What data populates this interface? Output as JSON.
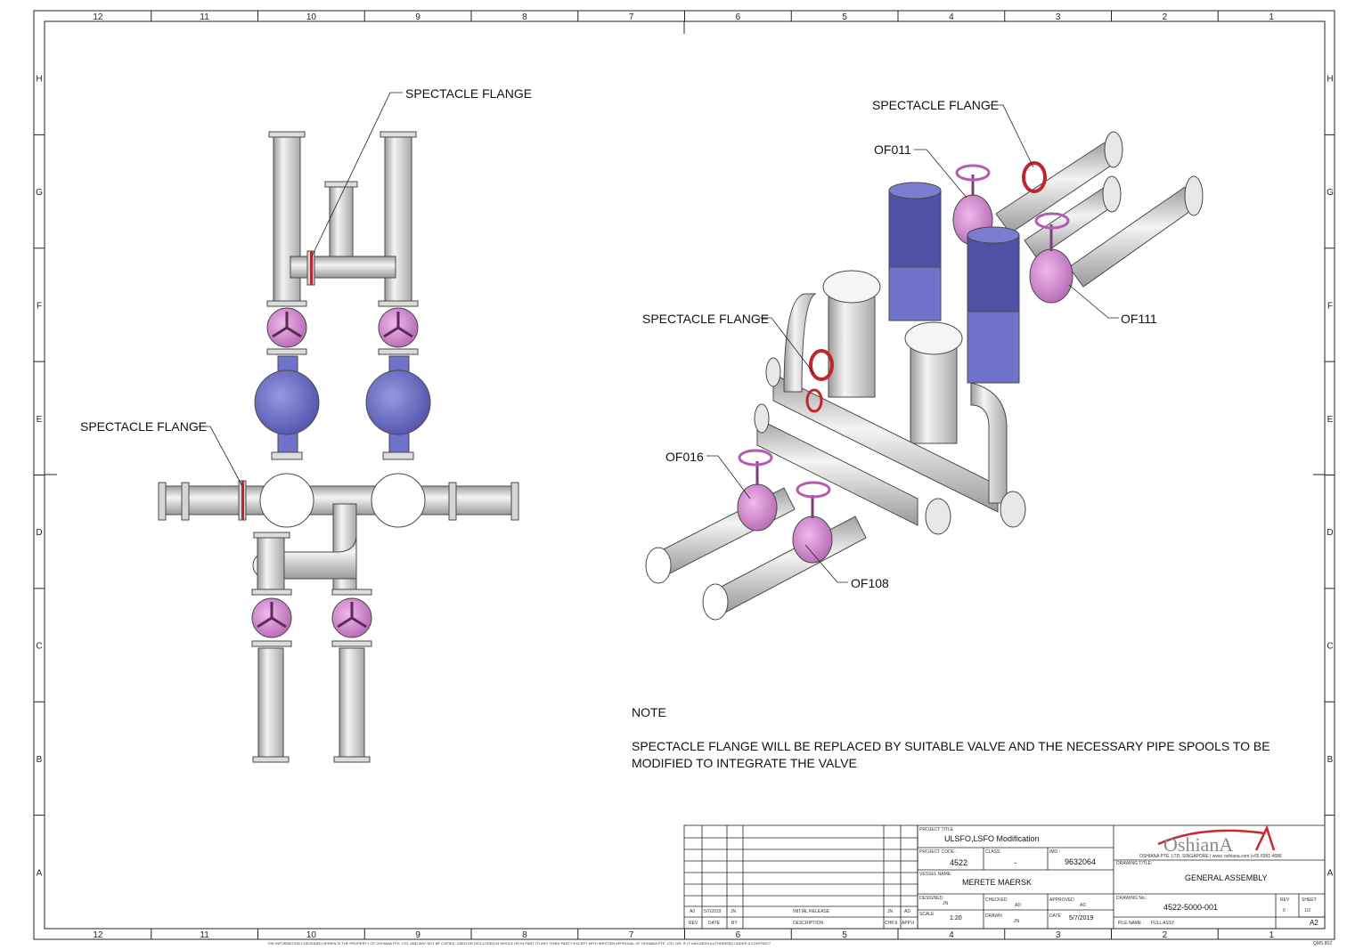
{
  "zones": {
    "columns": [
      "12",
      "11",
      "10",
      "9",
      "8",
      "7",
      "6",
      "5",
      "4",
      "3",
      "2",
      "1"
    ],
    "rows": [
      "H",
      "G",
      "F",
      "E",
      "D",
      "C",
      "B",
      "A"
    ]
  },
  "left_view": {
    "label_top": "SPECTACLE FLANGE",
    "label_left": "SPECTACLE FLANGE"
  },
  "right_view": {
    "label_top": "SPECTACLE FLANGE",
    "label_mid": "SPECTACLE FLANGE",
    "of011": "OF011",
    "of111": "OF111",
    "of016": "OF016",
    "of108": "OF108"
  },
  "note": {
    "heading": "NOTE",
    "body": "SPECTACLE FLANGE WILL BE REPLACED BY SUITABLE VALVE AND THE NECESSARY PIPE SPOOLS TO BE MODIFIED TO INTEGRATE THE VALVE"
  },
  "revision_table": {
    "row": {
      "rev": "A0",
      "date": "5/7/2019",
      "by": "JN",
      "description": "INITIAL RELEASE",
      "chkd": "JN",
      "appd": "AD"
    },
    "headers": {
      "rev": "REV",
      "date": "DATE",
      "by": "BY",
      "description": "DESCRIPTION",
      "chkd": "CHK'd",
      "appd": "APP'd"
    }
  },
  "title_block": {
    "project_title_label": "PROJECT TITLE",
    "project_title": "ULSFO,LSFO Modification",
    "project_code_label": "PROJECT CODE :",
    "project_code": "4522",
    "class_label": "CLASS:",
    "class_value": "-",
    "imo_label": "IMO :",
    "imo": "9632064",
    "vessel_label": "VESSEL NAME:",
    "vessel": "MERETE MAERSK",
    "designed_label": "DESIGNED",
    "designed": "JN",
    "checked_label": "CHECKED",
    "checked": "AD",
    "approved_label": "APPROVED",
    "approved": "AD",
    "scale_label": "SCALE",
    "scale": "1:20",
    "drawn_label": "DRAWN",
    "drawn": "JN",
    "date_label": "DATE",
    "date": "5/7/2019",
    "company_logo": "OshianA",
    "company_line": "OSHIANA PTE. LTD. SINGAPORE | www. oshiana.com |+65 6951 4686",
    "drawing_title_label": "DRAWING TITLE:",
    "drawing_title": "GENERAL ASSEMBLY",
    "drawing_no_label": "DRAWING No.:",
    "drawing_no": "4522-5000-001",
    "rev_label": "REV",
    "rev": "0",
    "sheet_label": "SHEET",
    "sheet": "1/2",
    "file_name_label": "FILE NAME :",
    "file_name": "FULL ASSY",
    "size": "A2"
  },
  "footer": {
    "disclaimer": "THE INFORMATION CONTAINED HEREIN IS THE PROPERTY OF OSHIANA PTE. LTD. AND MAY NOT BE COPIED, USED OR DISCLOSED IN WHOLE OR IN PART TO ANY THIRD PARTY EXCEPT WITH WRITTEN APPROVAL OF OSHIANA PTE. LTD. OR, IF IT HAS BEEN AUTHORISED UNDER A CONTRACT",
    "form_code": "QMS 802"
  },
  "colors": {
    "pipe": "#e4e4e4",
    "pipe_edge": "#5a5a5a",
    "valve": "#d98ad6",
    "pump": "#6f72c9",
    "spectacle": "#c0262d",
    "logo_red": "#c8282e",
    "logo_grey": "#8a8a8a"
  }
}
